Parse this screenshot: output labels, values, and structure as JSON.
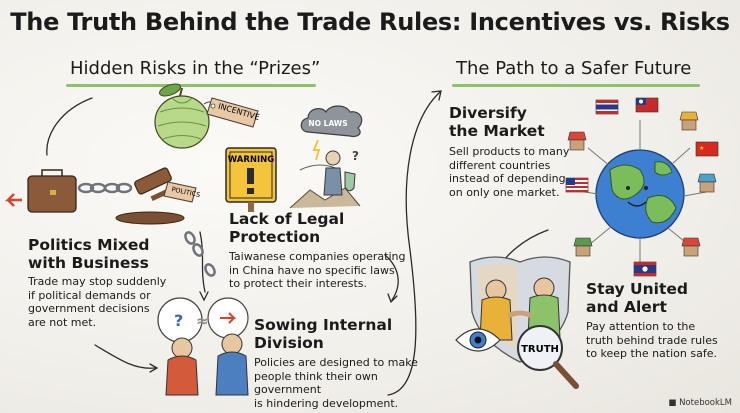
{
  "title": "The Truth Behind the Trade Rules: Incentives vs. Risks",
  "left_section": {
    "heading": "Hidden Risks in the “Prizes”",
    "items": [
      {
        "title_line1": "Politics Mixed",
        "title_line2": "with Business",
        "body_lines": [
          "Trade may stop suddenly",
          "if political demands or",
          "government decisions",
          "are not met."
        ]
      },
      {
        "title": "Lack of Legal Protection",
        "body_lines": [
          "Taiwanese companies operating",
          "in China have no specific laws",
          "to protect their interests."
        ]
      },
      {
        "title": "Sowing Internal Division",
        "body_lines": [
          "Policies are designed to make",
          "people think their own government",
          "is hindering development."
        ]
      }
    ]
  },
  "right_section": {
    "heading": "The Path to a Safer Future",
    "items": [
      {
        "title_line1": "Diversify",
        "title_line2": "the Market",
        "body_lines": [
          "Sell products to many",
          "different countries",
          "instead of depending",
          "on only one market."
        ]
      },
      {
        "title_line1": "Stay United",
        "title_line2": "and Alert",
        "body_lines": [
          "Pay attention to the",
          "truth behind trade rules",
          "to keep the nation safe."
        ]
      }
    ]
  },
  "illustration_labels": {
    "incentive_tag": "INCENTIVE",
    "politics_tag": "POLITICS",
    "warning_sign": "WARNING",
    "no_laws_cloud": "NO LAWS",
    "truth_lens": "TRUTH"
  },
  "badge": "NotebookLM",
  "colors": {
    "accent_green": "#8cc36a",
    "warning_yellow": "#f4c53c",
    "arrow_red": "#d7442e",
    "globe_blue": "#3d7fd0"
  }
}
